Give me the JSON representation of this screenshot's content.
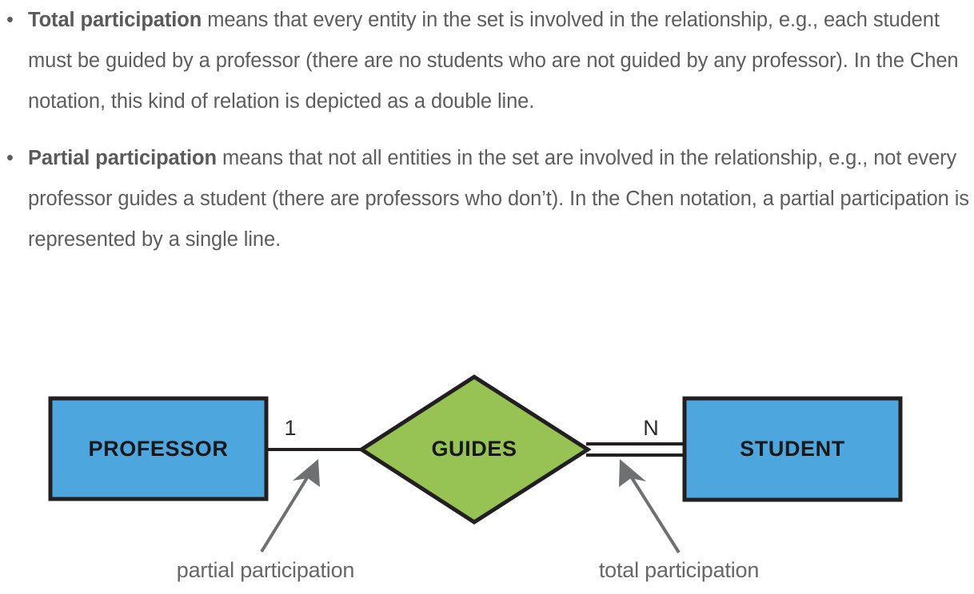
{
  "prose": {
    "bullets": [
      {
        "marker": "•",
        "lead": "Total participation",
        "rest": " means that every entity in the set is involved in the relationship, e.g., each student must be guided by a professor (there are no students who are not guided by any professor). In the Chen notation, this kind of relation is depicted as a double line."
      },
      {
        "marker": "•",
        "lead": "Partial participation",
        "rest": " means that not all entities in the set are involved in the relationship, e.g., not every professor guides a student (there are professors who don’t). In the Chen notation, a partial participation is represented by a single line."
      }
    ]
  },
  "diagram": {
    "type": "chen-er-diagram",
    "entities": [
      {
        "id": "professor",
        "label": "PROFESSOR",
        "shape": "rectangle",
        "fill": "#4da6dd",
        "stroke": "#231f20"
      },
      {
        "id": "student",
        "label": "STUDENT",
        "shape": "rectangle",
        "fill": "#4da6dd",
        "stroke": "#231f20"
      }
    ],
    "relationship": {
      "id": "guides",
      "label": "GUIDES",
      "shape": "diamond",
      "fill": "#96c353",
      "stroke": "#231f20"
    },
    "connections": [
      {
        "id": "professor-guides",
        "from": "professor",
        "to": "guides",
        "cardinality": "1",
        "line_style": "single",
        "participation": "partial"
      },
      {
        "id": "guides-student",
        "from": "guides",
        "to": "student",
        "cardinality": "N",
        "line_style": "double",
        "participation": "total"
      }
    ],
    "callouts": [
      {
        "id": "partial",
        "text": "partial participation",
        "points_to": "professor-guides"
      },
      {
        "id": "total",
        "text": "total participation",
        "points_to": "guides-student"
      }
    ],
    "colors": {
      "entity_fill": "#4da6dd",
      "relationship_fill": "#96c353",
      "outline": "#231f20",
      "callout": "#6f7072",
      "prose_text": "#5d5d5d"
    }
  }
}
